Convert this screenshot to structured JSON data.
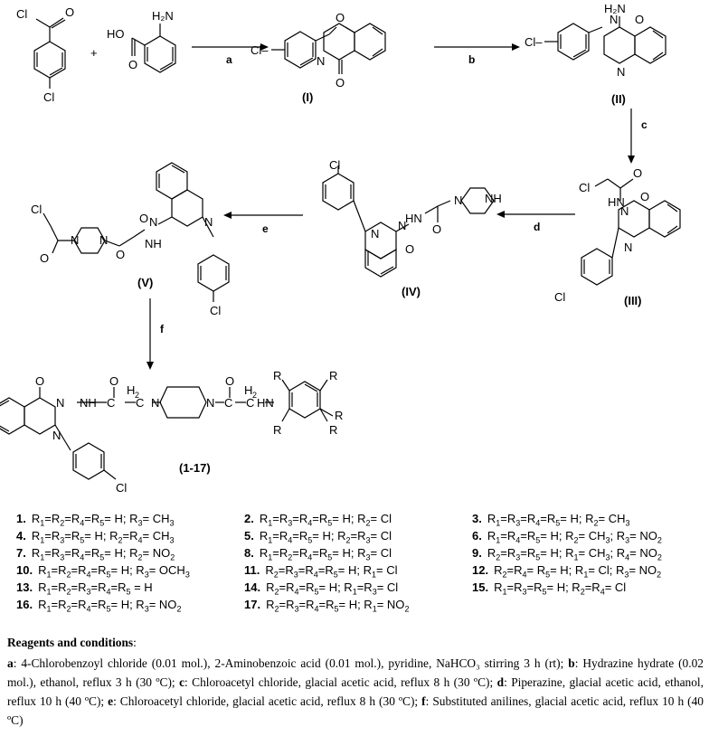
{
  "labels": {
    "cl": "Cl",
    "cl_dash": "Cl–",
    "o": "O",
    "n": "N",
    "h": "H",
    "ho": "HO",
    "nh": "NH",
    "hn": "HN",
    "h2n": "H₂N",
    "h2": "H",
    "h2_sub": "2",
    "c": "C",
    "plus": "+",
    "r1": "R",
    "r2": "R",
    "r3": "R",
    "r4": "R",
    "r5": "R"
  },
  "compound_labels": [
    "(I)",
    "(II)",
    "(III)",
    "(IV)",
    "(V)",
    "(1-17)"
  ],
  "arrows": [
    "a",
    "b",
    "c",
    "d",
    "e",
    "f"
  ],
  "compounds": [
    {
      "no": "1.",
      "text": "R1=R2=R4=R5= H; R3= CH3"
    },
    {
      "no": "2.",
      "text": "R1=R3=R4=R5= H; R2= Cl"
    },
    {
      "no": "3.",
      "text": "R1=R3=R4=R5= H; R2= CH3"
    },
    {
      "no": "4.",
      "text": "R1=R3=R5= H; R2=R4= CH3"
    },
    {
      "no": "5.",
      "text": "R1=R4=R5= H; R2=R3= Cl"
    },
    {
      "no": "6.",
      "text": "R1=R4=R5= H; R2= CH3; R3= NO2"
    },
    {
      "no": "7.",
      "text": "R1=R3=R4=R5= H; R2= NO2"
    },
    {
      "no": "8.",
      "text": "R1=R2=R4=R5= H; R3= Cl"
    },
    {
      "no": "9.",
      "text": "R2=R3=R5= H; R1= CH3; R4= NO2"
    },
    {
      "no": "10.",
      "text": "R1=R2=R4=R5= H; R3= OCH3"
    },
    {
      "no": "11.",
      "text": "R2=R3=R4=R5= H; R1= Cl"
    },
    {
      "no": "12.",
      "text": "R2=R4= R5= H; R1= Cl; R3= NO2"
    },
    {
      "no": "13.",
      "text": "R1=R2=R3=R4=R5 = H"
    },
    {
      "no": "14.",
      "text": "R2=R4=R5= H; R1=R3= Cl"
    },
    {
      "no": "15.",
      "text": "R1=R3=R5= H; R2=R4= Cl"
    },
    {
      "no": "16.",
      "text": "R1=R2=R4=R5= H; R3= NO2"
    },
    {
      "no": "17.",
      "text": "R2=R3=R4=R5= H; R1= NO2"
    }
  ],
  "reagents": {
    "title": "Reagents and conditions",
    "title_colon": ":",
    "items": [
      {
        "key": "a",
        "text": ": 4-Chlorobenzoyl chloride (0.01 mol.), 2-Aminobenzoic acid (0.01 mol.), pyridine, NaHCO₃ stirring 3 h (rt);"
      },
      {
        "key": "b",
        "text": ": Hydrazine hydrate (0.02 mol.), ethanol, reflux 3 h (30 ºC);"
      },
      {
        "key": "c",
        "text": ": Chloroacetyl chloride, glacial acetic acid, reflux 8 h (30 ºC);"
      },
      {
        "key": "d",
        "text": ": Piperazine, glacial acetic acid, ethanol, reflux 10 h (40 ºC);"
      },
      {
        "key": "e",
        "text": ": Chloroacetyl chloride, glacial acetic acid, reflux 8 h (30 ºC);"
      },
      {
        "key": "f",
        "text": ": Substituted anilines, glacial acetic acid, reflux 10 h (40 ºC)"
      }
    ]
  }
}
